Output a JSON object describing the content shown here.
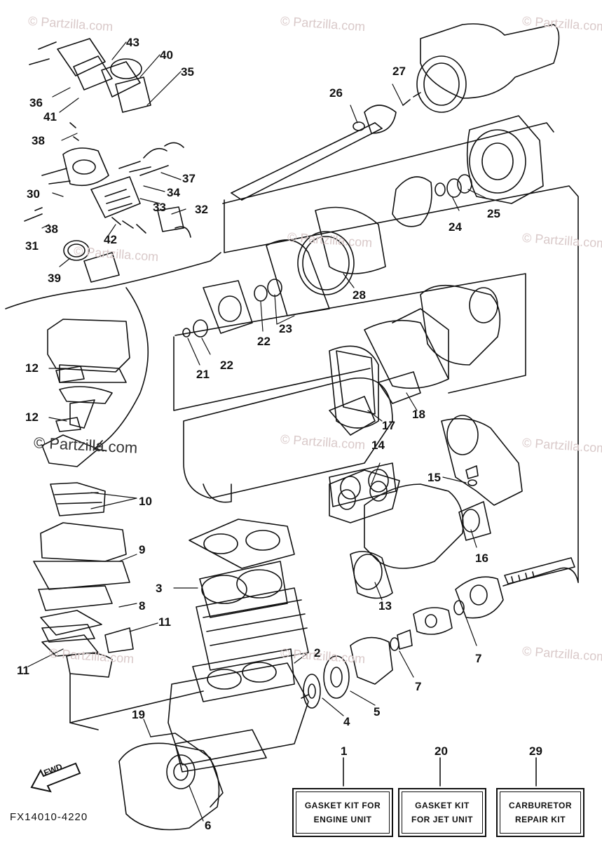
{
  "watermark": "© Partzilla.com",
  "diagram_code": "FX14010-4220",
  "direction_label": "FWD",
  "callouts": {
    "n43": "43",
    "n40": "40",
    "n35": "35",
    "n36": "36",
    "n41": "41",
    "n38a": "38",
    "n37": "37",
    "n34": "34",
    "n30": "30",
    "n38b": "38",
    "n33": "33",
    "n32": "32",
    "n31": "31",
    "n42": "42",
    "n39": "39",
    "n27": "27",
    "n26": "26",
    "n24": "24",
    "n25": "25",
    "n28": "28",
    "n23": "23",
    "n22a": "22",
    "n22b": "22",
    "n21": "21",
    "n12a": "12",
    "n12b": "12",
    "n10": "10",
    "n9": "9",
    "n3": "3",
    "n8": "8",
    "n11a": "11",
    "n11b": "11",
    "n2": "2",
    "n14": "14",
    "n15": "15",
    "n16": "16",
    "n17": "17",
    "n18": "18",
    "n13": "13",
    "n7a": "7",
    "n7b": "7",
    "n5": "5",
    "n4": "4",
    "n19": "19",
    "n6": "6",
    "n1": "1",
    "n20": "20",
    "n29": "29"
  },
  "kits": {
    "engine": {
      "number": "1",
      "line1": "GASKET KIT FOR",
      "line2": "ENGINE UNIT"
    },
    "jet": {
      "number": "20",
      "line1": "GASKET KIT",
      "line2": "FOR JET UNIT"
    },
    "carb": {
      "number": "29",
      "line1": "CARBURETOR",
      "line2": "REPAIR KIT"
    }
  }
}
